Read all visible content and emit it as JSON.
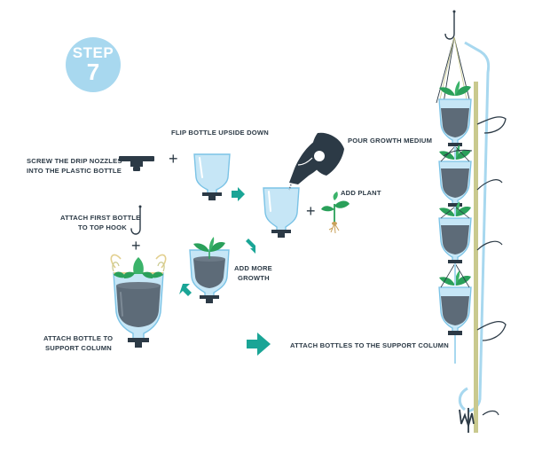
{
  "badge": {
    "word": "STEP",
    "number": "7"
  },
  "labels": {
    "screw_l1": "SCREW THE DRIP NOZZLES",
    "screw_l2": "INTO THE PLASTIC BOTTLE",
    "flip": "FLIP BOTTLE UPSIDE DOWN",
    "pour": "POUR GROWTH MEDIUM",
    "add_plant": "ADD PLANT",
    "add_more_l1": "ADD MORE",
    "add_more_l2": "GROWTH",
    "hook_l1": "ATTACH FIRST BOTTLE",
    "hook_l2": "TO TOP HOOK",
    "attach_l1": "ATTACH BOTTLE TO",
    "attach_l2": "SUPPORT COLUMN",
    "column": "ATTACH BOTTLES TO THE SUPPORT COLUMN"
  },
  "symbols": {
    "plus": "+"
  },
  "colors": {
    "teal": "#1aa596",
    "badge": "#a8d8ef",
    "bottle_fill": "#c6e6f6",
    "bottle_stroke": "#7bc3e6",
    "soil": "#5d6b78",
    "leaf": "#2aa05a",
    "dark": "#2c3a46",
    "pole": "#c9c98e",
    "hose": "#a8d8ef"
  },
  "icons": [
    "drip-nozzle-icon",
    "bottle-icon",
    "hook-icon",
    "plant-icon",
    "hand-pouring-icon",
    "arrow-icon"
  ]
}
